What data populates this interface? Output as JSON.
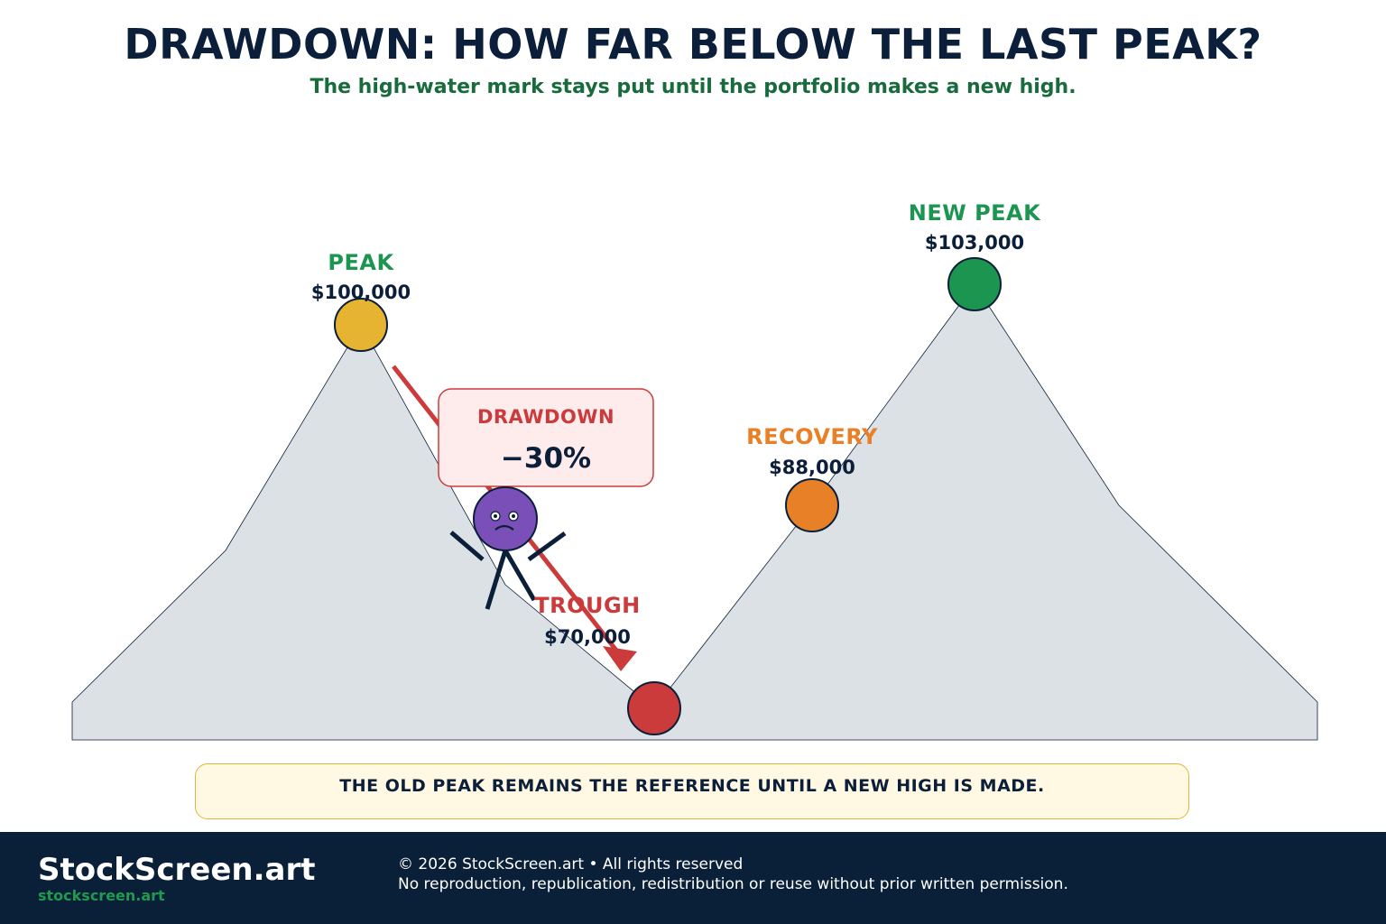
{
  "title": "DRAWDOWN: HOW FAR BELOW THE LAST PEAK?",
  "subtitle": "The high-water mark stays put until the portfolio makes a new high.",
  "points": {
    "peak": {
      "label": "PEAK",
      "value": "$100,000"
    },
    "trough": {
      "label": "TROUGH",
      "value": "$70,000"
    },
    "recovery": {
      "label": "RECOVERY",
      "value": "$88,000"
    },
    "new_peak": {
      "label": "NEW PEAK",
      "value": "$103,000"
    }
  },
  "drawdown_box": {
    "label": "DRAWDOWN",
    "value": "−30%"
  },
  "callout": "THE OLD PEAK REMAINS THE REFERENCE UNTIL A NEW HIGH IS MADE.",
  "footer": {
    "brand": "StockScreen.art",
    "url": "stockscreen.art",
    "copyright": "© 2026 StockScreen.art • All rights reserved",
    "rights": "No reproduction, republication, redistribution or reuse without prior written permission."
  },
  "colors": {
    "navy": "#0b1f3a",
    "green": "#1b9550",
    "gold": "#e6b430",
    "red": "#cc3b3b",
    "orange": "#e88028",
    "purple": "#7b4fb8",
    "mountain": "#dce1e5"
  }
}
